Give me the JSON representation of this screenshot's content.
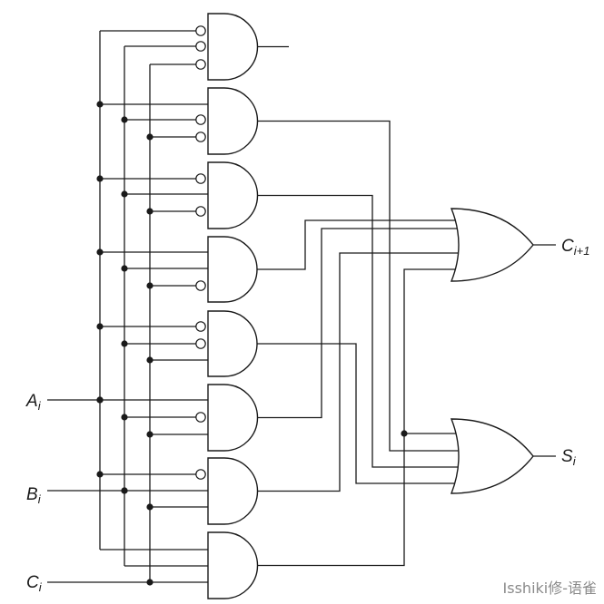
{
  "inputs": {
    "a": {
      "main": "A",
      "sub": "i"
    },
    "b": {
      "main": "B",
      "sub": "i"
    },
    "c": {
      "main": "C",
      "sub": "i"
    }
  },
  "outputs": {
    "carry": {
      "main": "C",
      "sub": "i+1"
    },
    "sum": {
      "main": "S",
      "sub": "i"
    }
  },
  "watermark": "Isshiki修-语雀"
}
